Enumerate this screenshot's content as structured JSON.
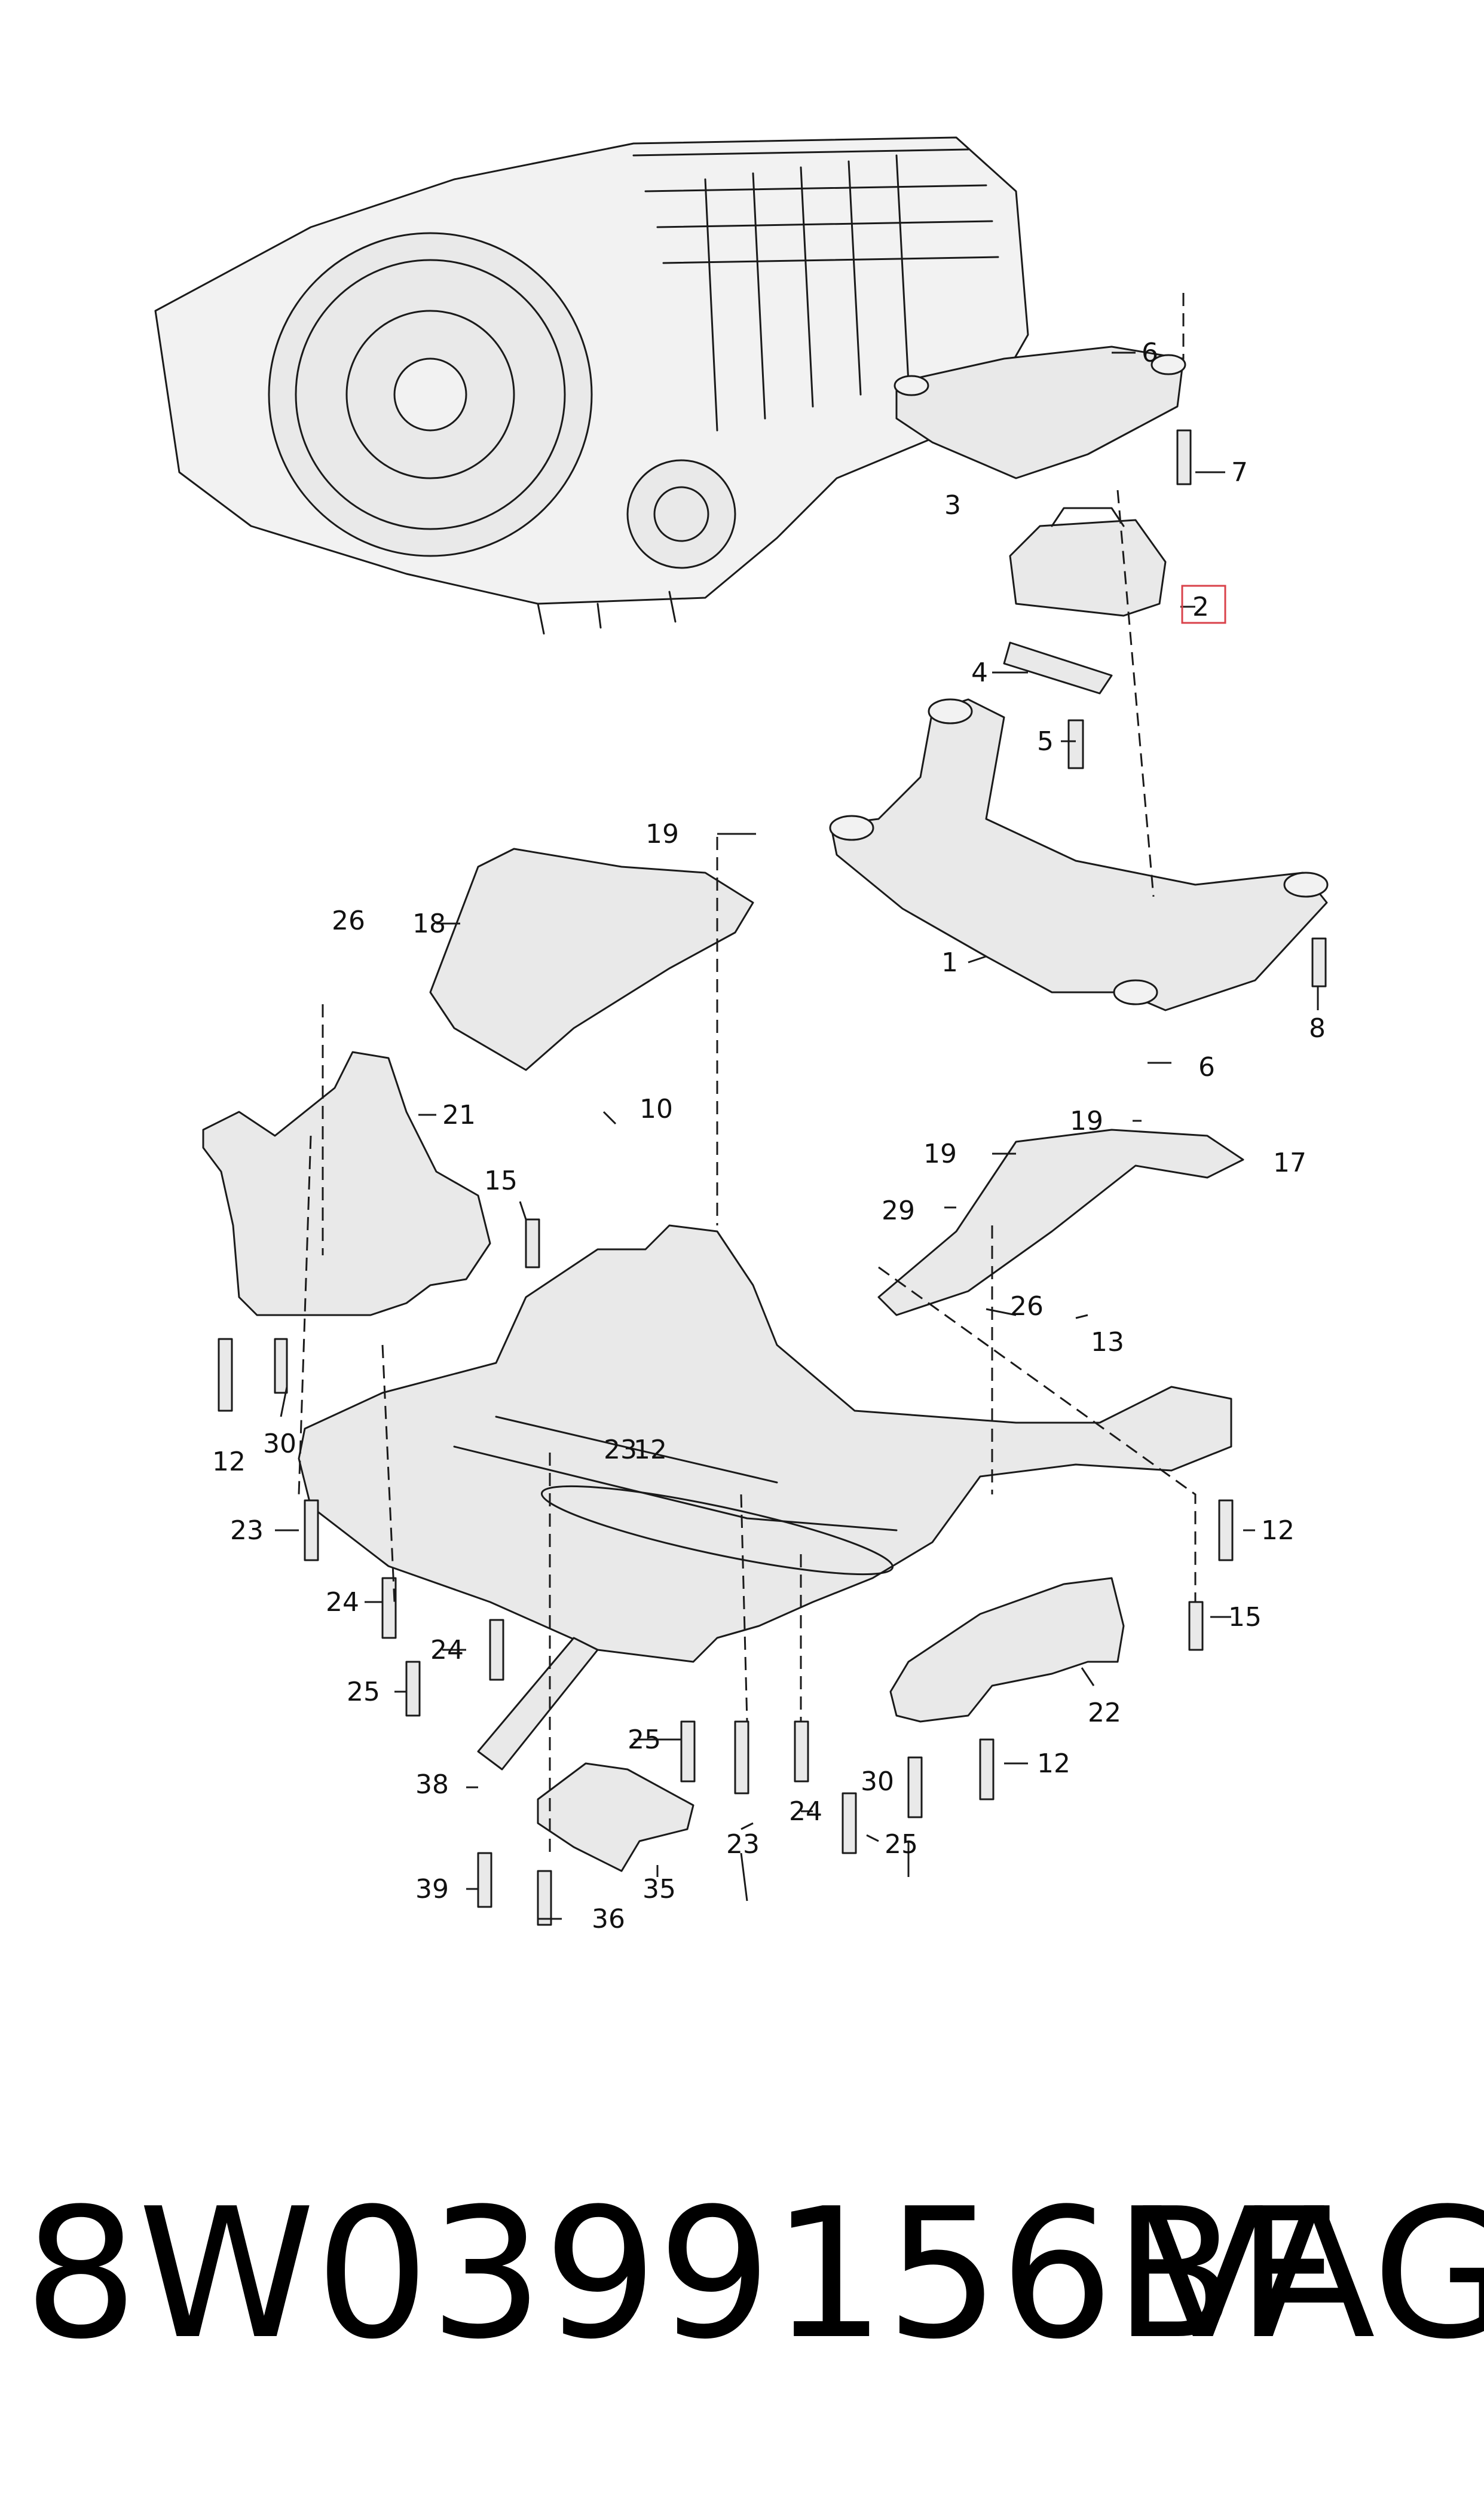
{
  "callouts": [
    "1",
    "2",
    "3",
    "4",
    "5",
    "6",
    "6",
    "7",
    "8",
    "10",
    "12",
    "12",
    "12",
    "12",
    "13",
    "15",
    "15",
    "17",
    "18",
    "19",
    "19",
    "19",
    "21",
    "22",
    "23",
    "23",
    "23",
    "24",
    "24",
    "24",
    "25",
    "25",
    "25",
    "26",
    "26",
    "29",
    "30",
    "30",
    "35",
    "36",
    "38",
    "39"
  ],
  "highlighted_callout": "2",
  "footer": {
    "part_number": "8W0399156BF",
    "brand": "VAG"
  },
  "colors": {
    "highlight": "#d9414a",
    "line": "#1a1a1a",
    "part_fill": "#e9e9e9"
  }
}
